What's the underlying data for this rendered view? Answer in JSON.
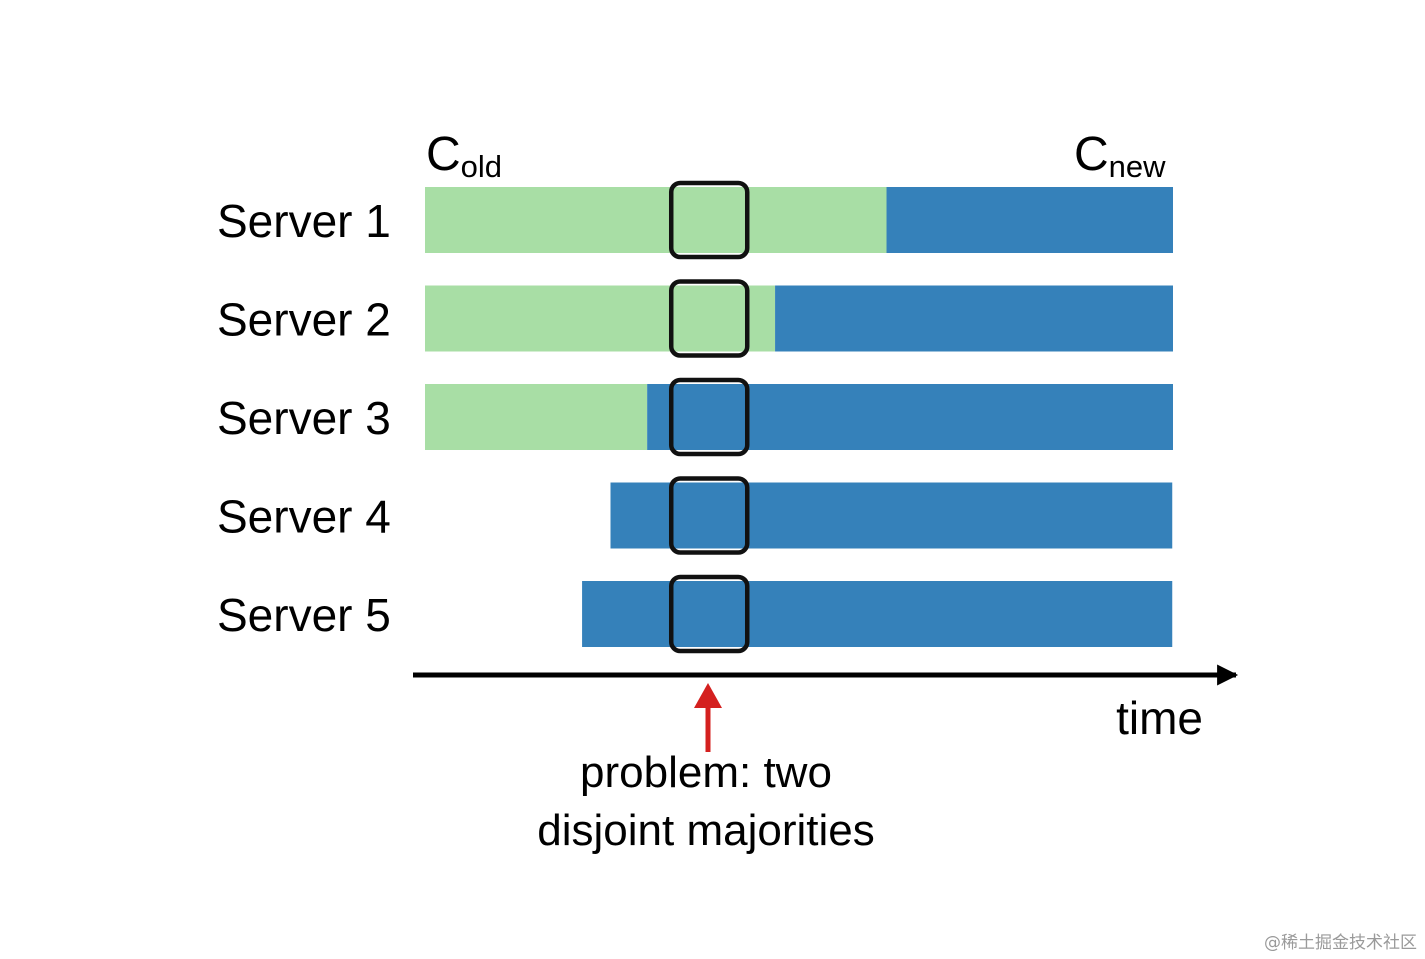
{
  "config_labels": {
    "old": {
      "main": "C",
      "sub": "old"
    },
    "new": {
      "main": "C",
      "sub": "new"
    }
  },
  "colors": {
    "old_config": "#a8dea5",
    "new_config": "#3581ba",
    "axis": "#000000",
    "problem_arrow": "#d4201f",
    "highlight_box": "#111111"
  },
  "servers": [
    {
      "label": "Server 1",
      "start": 0.0,
      "switch": 0.617,
      "end": 1.0
    },
    {
      "label": "Server 2",
      "start": 0.0,
      "switch": 0.468,
      "end": 1.0
    },
    {
      "label": "Server 3",
      "start": 0.0,
      "switch": 0.297,
      "end": 1.0
    },
    {
      "label": "Server 4",
      "start": 0.248,
      "switch": 0.248,
      "end": 0.999
    },
    {
      "label": "Server 5",
      "start": 0.21,
      "switch": 0.21,
      "end": 0.999
    }
  ],
  "highlight_time": 0.38,
  "axis_label": "time",
  "problem_lines": [
    "problem: two",
    "disjoint majorities"
  ],
  "watermark": "@稀土掘金技术社区"
}
